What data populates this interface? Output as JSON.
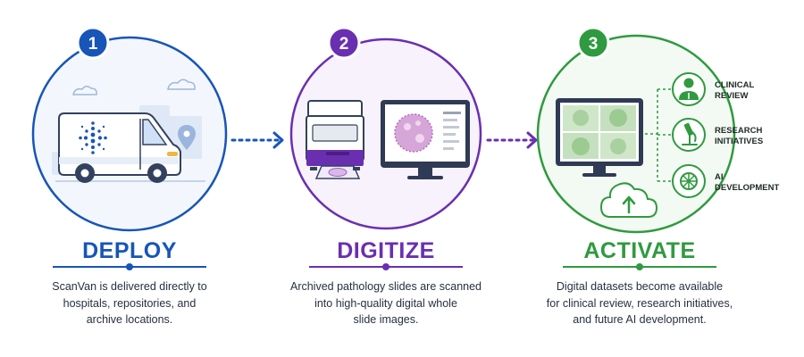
{
  "steps": [
    {
      "number": "1",
      "title": "DEPLOY",
      "description": "ScanVan is delivered directly to\nhospitals, repositories, and\narchive locations.",
      "color": "#1755b8"
    },
    {
      "number": "2",
      "title": "DIGITIZE",
      "description": "Archived pathology slides are scanned\ninto high-quality digital whole\nslide images.",
      "color": "#6a2fb0"
    },
    {
      "number": "3",
      "title": "ACTIVATE",
      "description": "Digital datasets become available\nfor clinical review, research initiatives,\nand future AI development.",
      "color": "#2f9a3f"
    }
  ],
  "outcomes": [
    {
      "line1": "CLINICAL",
      "line2": "REVIEW",
      "icon": "doctor-icon"
    },
    {
      "line1": "RESEARCH",
      "line2": "INITIATIVES",
      "icon": "microscope-icon"
    },
    {
      "line1": "AI",
      "line2": "DEVELOPMENT",
      "icon": "ai-brain-icon"
    }
  ],
  "icons": {
    "step1": "delivery-van-icon",
    "step2": "slide-scanner-and-monitor-icon",
    "step3": "monitor-with-cloud-upload-icon",
    "connector": "dotted-arrow-icon",
    "location": "location-pin-icon"
  }
}
